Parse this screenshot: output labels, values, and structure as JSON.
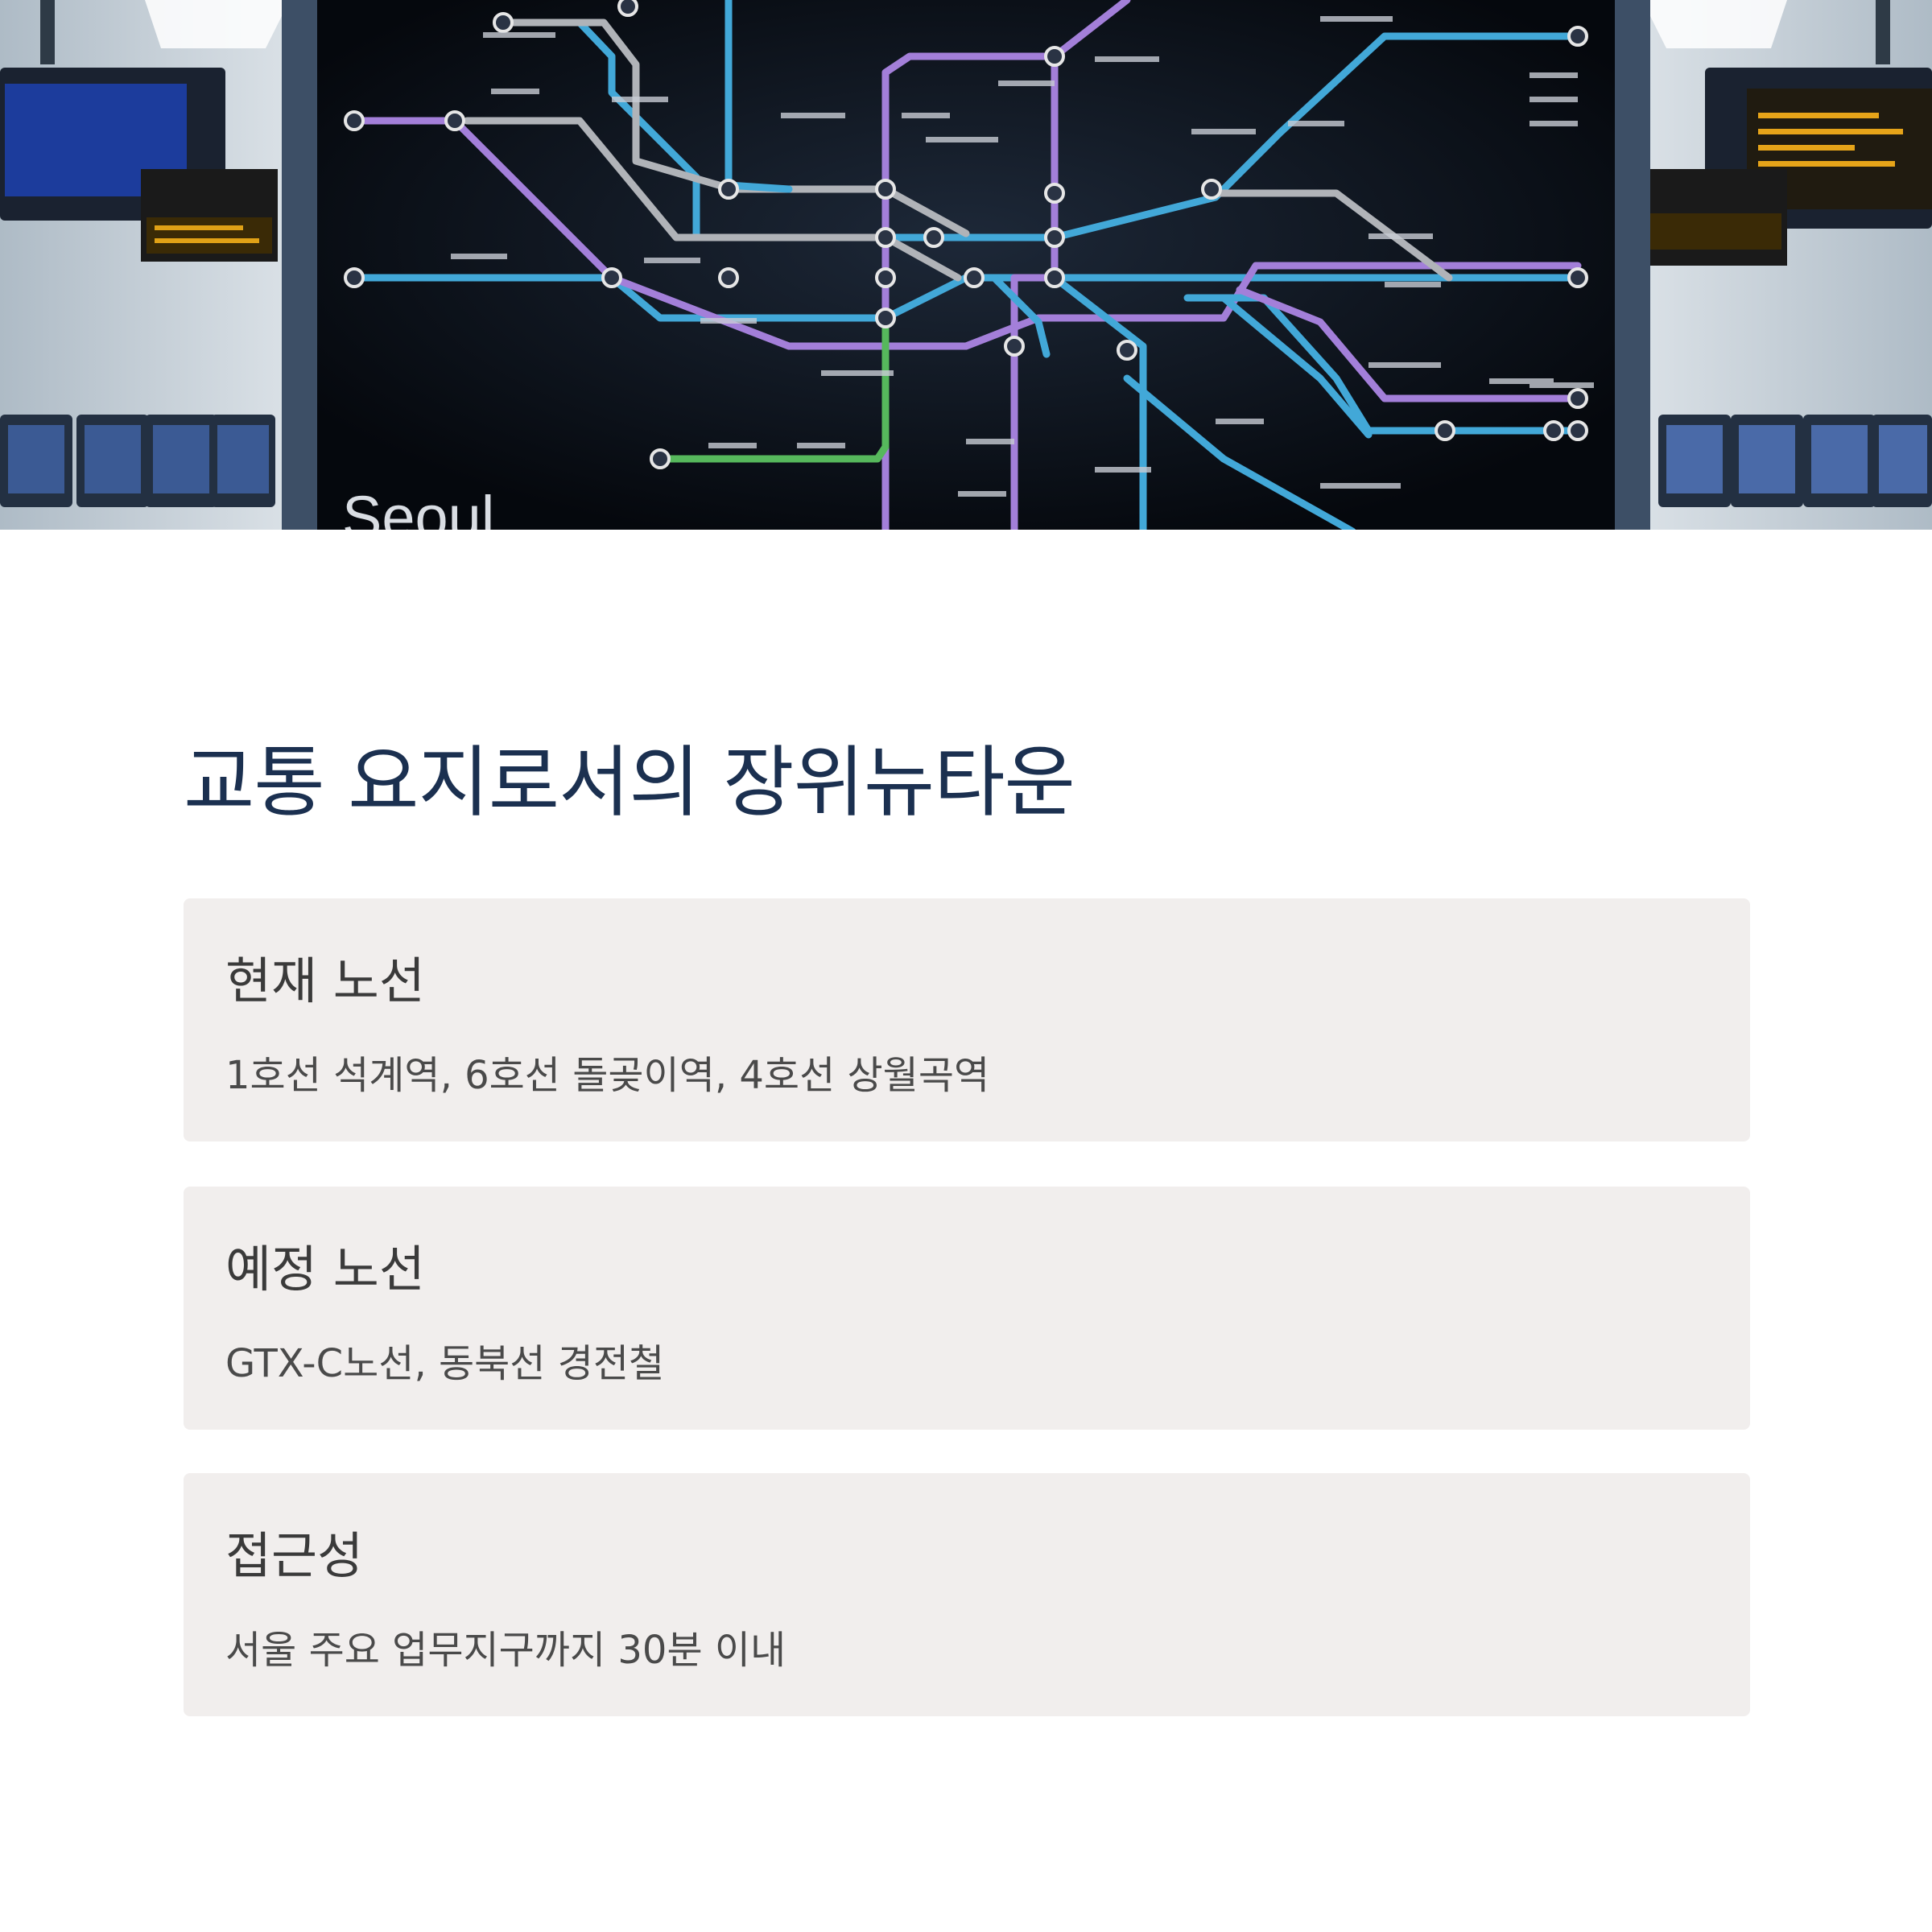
{
  "hero": {
    "image_caption": "Seoul"
  },
  "title": "교통 요지로서의 장위뉴타운",
  "cards": [
    {
      "title": "현재 노선",
      "text": "1호선 석계역, 6호선 돌곶이역, 4호선 상월곡역"
    },
    {
      "title": "예정 노선",
      "text": "GTX-C노선, 동북선 경전철"
    },
    {
      "title": "접근성",
      "text": "서울 주요 업무지구까지 30분 이내"
    }
  ],
  "colors": {
    "title": "#1b3050",
    "card_bg": "#f1eeed",
    "card_title": "#3a3a3a",
    "card_text": "#4a4a4a"
  }
}
